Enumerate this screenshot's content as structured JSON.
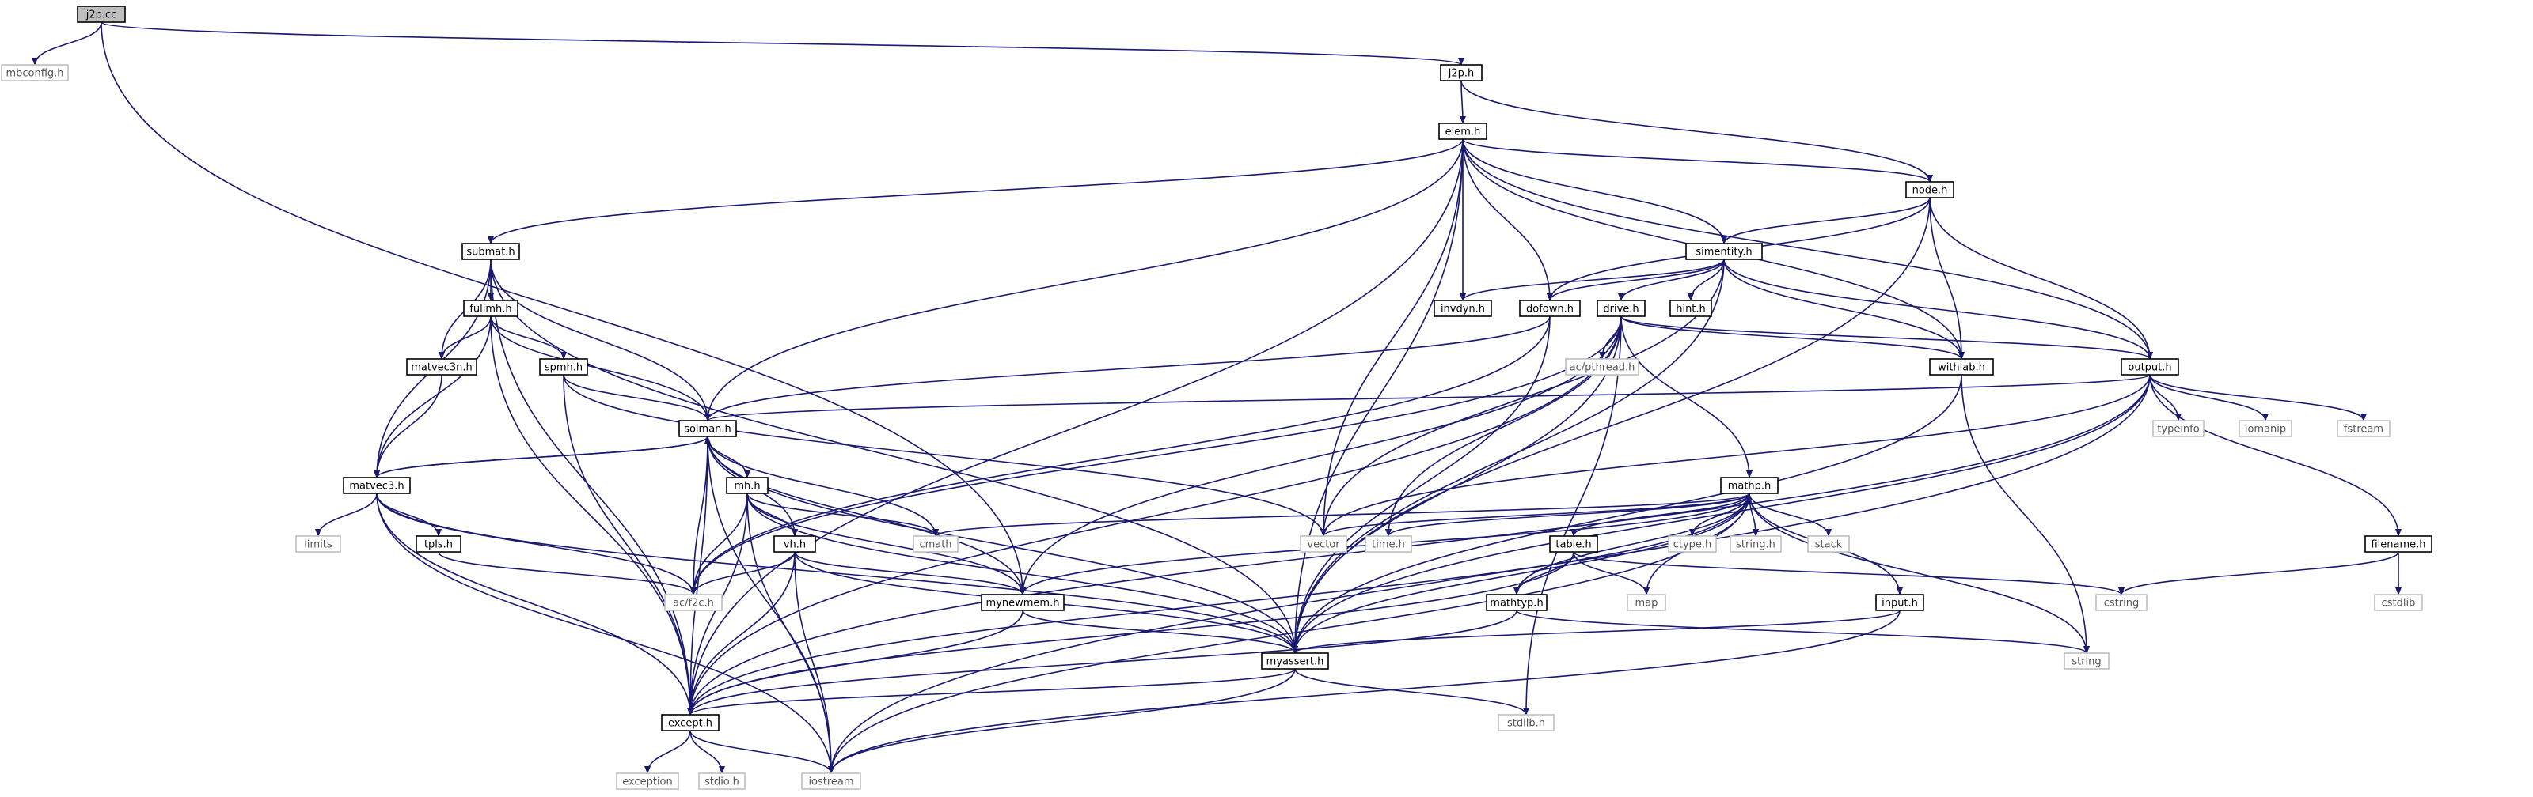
{
  "graph_title": "j2p.cc",
  "colors": {
    "edge": "#191970",
    "root_fill": "#bfbfbf",
    "root_stroke": "#000000",
    "local_fill": "#ffffff",
    "local_stroke": "#000000",
    "system_fill": "#ffffff",
    "system_stroke": "#bfbfbf",
    "local_text": "#000000",
    "system_text": "#555555"
  },
  "nodes": [
    {
      "id": "j2p_cc",
      "label": "j2p.cc",
      "kind": "root"
    },
    {
      "id": "mbconfig_h",
      "label": "mbconfig.h",
      "kind": "system"
    },
    {
      "id": "j2p_h",
      "label": "j2p.h",
      "kind": "local"
    },
    {
      "id": "elem_h",
      "label": "elem.h",
      "kind": "local"
    },
    {
      "id": "node_h",
      "label": "node.h",
      "kind": "local"
    },
    {
      "id": "submat_h",
      "label": "submat.h",
      "kind": "local"
    },
    {
      "id": "simentity_h",
      "label": "simentity.h",
      "kind": "local"
    },
    {
      "id": "fullmh_h",
      "label": "fullmh.h",
      "kind": "local"
    },
    {
      "id": "invdyn_h",
      "label": "invdyn.h",
      "kind": "local"
    },
    {
      "id": "dofown_h",
      "label": "dofown.h",
      "kind": "local"
    },
    {
      "id": "hint_h",
      "label": "hint.h",
      "kind": "local"
    },
    {
      "id": "drive_h",
      "label": "drive.h",
      "kind": "local"
    },
    {
      "id": "matvec3n_h",
      "label": "matvec3n.h",
      "kind": "local"
    },
    {
      "id": "spmh_h",
      "label": "spmh.h",
      "kind": "local"
    },
    {
      "id": "pthread_h",
      "label": "ac/pthread.h",
      "kind": "system"
    },
    {
      "id": "withlab_h",
      "label": "withlab.h",
      "kind": "local"
    },
    {
      "id": "output_h",
      "label": "output.h",
      "kind": "local"
    },
    {
      "id": "solman_h",
      "label": "solman.h",
      "kind": "local"
    },
    {
      "id": "typeinfo",
      "label": "typeinfo",
      "kind": "system"
    },
    {
      "id": "iomanip",
      "label": "iomanip",
      "kind": "system"
    },
    {
      "id": "fstream",
      "label": "fstream",
      "kind": "system"
    },
    {
      "id": "matvec3_h",
      "label": "matvec3.h",
      "kind": "local"
    },
    {
      "id": "mh_h",
      "label": "mh.h",
      "kind": "local"
    },
    {
      "id": "mathp_h",
      "label": "mathp.h",
      "kind": "local"
    },
    {
      "id": "limits",
      "label": "limits",
      "kind": "system"
    },
    {
      "id": "tpls_h",
      "label": "tpls.h",
      "kind": "local"
    },
    {
      "id": "vh_h",
      "label": "vh.h",
      "kind": "local"
    },
    {
      "id": "cmath",
      "label": "cmath",
      "kind": "system"
    },
    {
      "id": "vector",
      "label": "vector",
      "kind": "system"
    },
    {
      "id": "time_h",
      "label": "time.h",
      "kind": "system"
    },
    {
      "id": "ctype_h",
      "label": "ctype.h",
      "kind": "system"
    },
    {
      "id": "string_h",
      "label": "string.h",
      "kind": "system"
    },
    {
      "id": "stack",
      "label": "stack",
      "kind": "system"
    },
    {
      "id": "filename_h",
      "label": "filename.h",
      "kind": "local"
    },
    {
      "id": "table_h",
      "label": "table.h",
      "kind": "local"
    },
    {
      "id": "f2c_h",
      "label": "ac/f2c.h",
      "kind": "system"
    },
    {
      "id": "mynewmem_h",
      "label": "mynewmem.h",
      "kind": "local"
    },
    {
      "id": "mathtyp_h",
      "label": "mathtyp.h",
      "kind": "local"
    },
    {
      "id": "map",
      "label": "map",
      "kind": "system"
    },
    {
      "id": "input_h",
      "label": "input.h",
      "kind": "local"
    },
    {
      "id": "cstring",
      "label": "cstring",
      "kind": "system"
    },
    {
      "id": "cstdlib",
      "label": "cstdlib",
      "kind": "system"
    },
    {
      "id": "myassert_h",
      "label": "myassert.h",
      "kind": "local"
    },
    {
      "id": "string",
      "label": "string",
      "kind": "system"
    },
    {
      "id": "except_h",
      "label": "except.h",
      "kind": "local"
    },
    {
      "id": "stdlib_h",
      "label": "stdlib.h",
      "kind": "system"
    },
    {
      "id": "exception",
      "label": "exception",
      "kind": "system"
    },
    {
      "id": "stdio_h",
      "label": "stdio.h",
      "kind": "system"
    },
    {
      "id": "iostream",
      "label": "iostream",
      "kind": "system"
    }
  ],
  "edges": [
    [
      "j2p_cc",
      "mbconfig_h"
    ],
    [
      "j2p_cc",
      "j2p_h"
    ],
    [
      "j2p_cc",
      "mynewmem_h"
    ],
    [
      "j2p_h",
      "elem_h"
    ],
    [
      "j2p_h",
      "node_h"
    ],
    [
      "elem_h",
      "node_h"
    ],
    [
      "elem_h",
      "submat_h"
    ],
    [
      "elem_h",
      "simentity_h"
    ],
    [
      "elem_h",
      "invdyn_h"
    ],
    [
      "elem_h",
      "dofown_h"
    ],
    [
      "elem_h",
      "withlab_h"
    ],
    [
      "elem_h",
      "output_h"
    ],
    [
      "elem_h",
      "solman_h"
    ],
    [
      "elem_h",
      "vector"
    ],
    [
      "elem_h",
      "myassert_h"
    ],
    [
      "elem_h",
      "except_h"
    ],
    [
      "node_h",
      "simentity_h"
    ],
    [
      "node_h",
      "dofown_h"
    ],
    [
      "node_h",
      "withlab_h"
    ],
    [
      "node_h",
      "output_h"
    ],
    [
      "node_h",
      "myassert_h"
    ],
    [
      "submat_h",
      "fullmh_h"
    ],
    [
      "submat_h",
      "matvec3n_h"
    ],
    [
      "submat_h",
      "matvec3_h"
    ],
    [
      "submat_h",
      "solman_h"
    ],
    [
      "submat_h",
      "myassert_h"
    ],
    [
      "submat_h",
      "except_h"
    ],
    [
      "simentity_h",
      "invdyn_h"
    ],
    [
      "simentity_h",
      "dofown_h"
    ],
    [
      "simentity_h",
      "hint_h"
    ],
    [
      "simentity_h",
      "drive_h"
    ],
    [
      "simentity_h",
      "withlab_h"
    ],
    [
      "simentity_h",
      "output_h"
    ],
    [
      "simentity_h",
      "vector"
    ],
    [
      "simentity_h",
      "myassert_h"
    ],
    [
      "fullmh_h",
      "matvec3n_h"
    ],
    [
      "fullmh_h",
      "spmh_h"
    ],
    [
      "fullmh_h",
      "solman_h"
    ],
    [
      "fullmh_h",
      "matvec3_h"
    ],
    [
      "fullmh_h",
      "except_h"
    ],
    [
      "dofown_h",
      "solman_h"
    ],
    [
      "dofown_h",
      "myassert_h"
    ],
    [
      "dofown_h",
      "f2c_h"
    ],
    [
      "drive_h",
      "pthread_h"
    ],
    [
      "drive_h",
      "withlab_h"
    ],
    [
      "drive_h",
      "output_h"
    ],
    [
      "drive_h",
      "mathp_h"
    ],
    [
      "drive_h",
      "time_h"
    ],
    [
      "drive_h",
      "mynewmem_h"
    ],
    [
      "drive_h",
      "f2c_h"
    ],
    [
      "drive_h",
      "except_h"
    ],
    [
      "drive_h",
      "stdlib_h"
    ],
    [
      "drive_h",
      "myassert_h"
    ],
    [
      "matvec3n_h",
      "matvec3_h"
    ],
    [
      "spmh_h",
      "solman_h"
    ],
    [
      "spmh_h",
      "vector"
    ],
    [
      "spmh_h",
      "except_h"
    ],
    [
      "withlab_h",
      "string"
    ],
    [
      "withlab_h",
      "myassert_h"
    ],
    [
      "output_h",
      "solman_h"
    ],
    [
      "output_h",
      "typeinfo"
    ],
    [
      "output_h",
      "iomanip"
    ],
    [
      "output_h",
      "fstream"
    ],
    [
      "output_h",
      "filename_h"
    ],
    [
      "output_h",
      "vector"
    ],
    [
      "output_h",
      "myassert_h"
    ],
    [
      "output_h",
      "except_h"
    ],
    [
      "output_h",
      "iostream"
    ],
    [
      "solman_h",
      "matvec3_h"
    ],
    [
      "solman_h",
      "mh_h"
    ],
    [
      "solman_h",
      "vh_h"
    ],
    [
      "solman_h",
      "cmath"
    ],
    [
      "solman_h",
      "f2c_h"
    ],
    [
      "solman_h",
      "mynewmem_h"
    ],
    [
      "solman_h",
      "myassert_h"
    ],
    [
      "solman_h",
      "except_h"
    ],
    [
      "solman_h",
      "iostream"
    ],
    [
      "matvec3_h",
      "solman_h"
    ],
    [
      "matvec3_h",
      "limits"
    ],
    [
      "matvec3_h",
      "tpls_h"
    ],
    [
      "matvec3_h",
      "f2c_h"
    ],
    [
      "matvec3_h",
      "myassert_h"
    ],
    [
      "matvec3_h",
      "except_h"
    ],
    [
      "matvec3_h",
      "iostream"
    ],
    [
      "mh_h",
      "vh_h"
    ],
    [
      "mh_h",
      "cmath"
    ],
    [
      "mh_h",
      "f2c_h"
    ],
    [
      "mh_h",
      "mynewmem_h"
    ],
    [
      "mh_h",
      "myassert_h"
    ],
    [
      "mh_h",
      "except_h"
    ],
    [
      "mh_h",
      "iostream"
    ],
    [
      "vh_h",
      "f2c_h"
    ],
    [
      "vh_h",
      "mynewmem_h"
    ],
    [
      "vh_h",
      "myassert_h"
    ],
    [
      "vh_h",
      "except_h"
    ],
    [
      "vh_h",
      "iostream"
    ],
    [
      "tpls_h",
      "f2c_h"
    ],
    [
      "mathp_h",
      "cmath"
    ],
    [
      "mathp_h",
      "vector"
    ],
    [
      "mathp_h",
      "time_h"
    ],
    [
      "mathp_h",
      "ctype_h"
    ],
    [
      "mathp_h",
      "string_h"
    ],
    [
      "mathp_h",
      "stack"
    ],
    [
      "mathp_h",
      "table_h"
    ],
    [
      "mathp_h",
      "mathtyp_h"
    ],
    [
      "mathp_h",
      "map"
    ],
    [
      "mathp_h",
      "input_h"
    ],
    [
      "mathp_h",
      "string"
    ],
    [
      "mathp_h",
      "mynewmem_h"
    ],
    [
      "mathp_h",
      "myassert_h"
    ],
    [
      "mathp_h",
      "except_h"
    ],
    [
      "mathp_h",
      "iostream"
    ],
    [
      "filename_h",
      "cstring"
    ],
    [
      "filename_h",
      "cstdlib"
    ],
    [
      "table_h",
      "mathtyp_h"
    ],
    [
      "table_h",
      "map"
    ],
    [
      "table_h",
      "cstring"
    ],
    [
      "table_h",
      "except_h"
    ],
    [
      "mynewmem_h",
      "myassert_h"
    ],
    [
      "mynewmem_h",
      "except_h"
    ],
    [
      "mathtyp_h",
      "string"
    ],
    [
      "mathtyp_h",
      "except_h"
    ],
    [
      "input_h",
      "myassert_h"
    ],
    [
      "input_h",
      "iostream"
    ],
    [
      "myassert_h",
      "stdlib_h"
    ],
    [
      "myassert_h",
      "except_h"
    ],
    [
      "myassert_h",
      "iostream"
    ],
    [
      "except_h",
      "exception"
    ],
    [
      "except_h",
      "stdio_h"
    ],
    [
      "except_h",
      "iostream"
    ]
  ]
}
